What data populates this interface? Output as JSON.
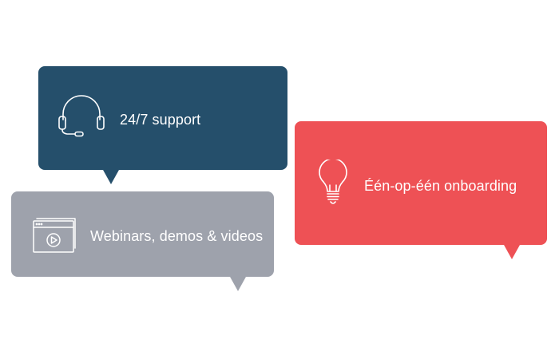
{
  "bubbles": {
    "support": {
      "label": "24/7 support",
      "icon": "headset-icon",
      "color": "#254f6b"
    },
    "webinars": {
      "label": "Webinars, demos & videos",
      "icon": "video-player-icon",
      "color": "#9ea2ac"
    },
    "onboarding": {
      "label": "Één-op-één onboarding",
      "icon": "lightbulb-icon",
      "color": "#ee5155"
    }
  }
}
